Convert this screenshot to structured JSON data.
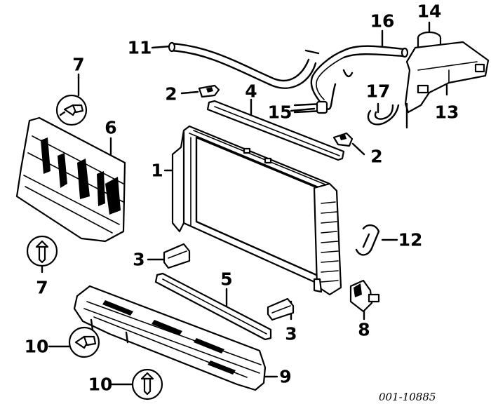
{
  "callouts": {
    "c1": "1",
    "c2a": "2",
    "c2b": "2",
    "c3a": "3",
    "c3b": "3",
    "c4": "4",
    "c5": "5",
    "c6": "6",
    "c7a": "7",
    "c7b": "7",
    "c8": "8",
    "c9": "9",
    "c10a": "10",
    "c10b": "10",
    "c11": "11",
    "c12": "12",
    "c13": "13",
    "c14": "14",
    "c15": "15",
    "c16": "16",
    "c17": "17"
  },
  "reference_number": "001-10885"
}
